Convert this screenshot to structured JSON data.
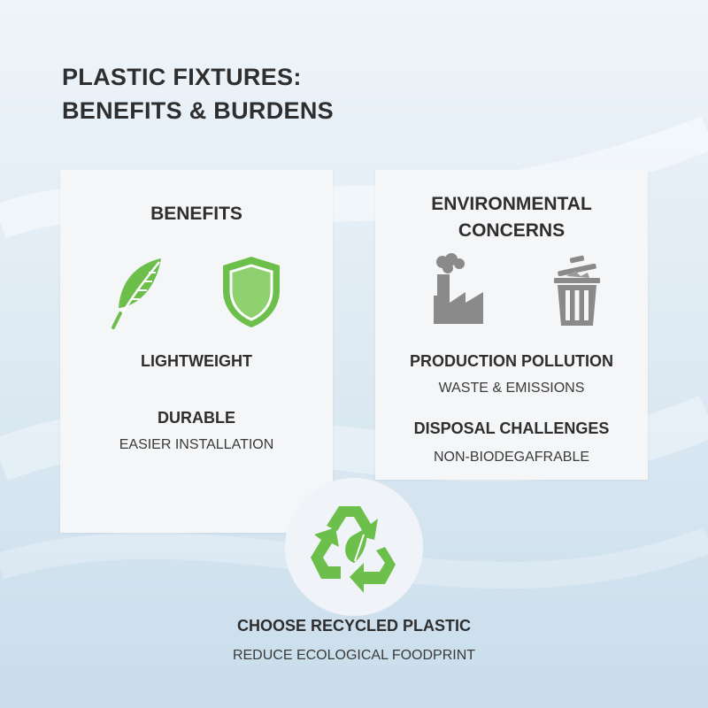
{
  "title": {
    "line1": "PLASTIC FIXTURES:",
    "line2": "BENEFITS & BURDENS"
  },
  "benefits": {
    "heading": "BENEFITS",
    "lightweight": "LIGHTWEIGHT",
    "durable": "DURABLE",
    "easier_installation": "EASIER INSTALLATION",
    "icons": [
      "leaf-icon",
      "shield-icon"
    ]
  },
  "concerns": {
    "heading_line1": "ENVIRONMENTAL",
    "heading_line2": "CONCERNS",
    "production_pollution": "PRODUCTION POLLUTION",
    "waste_emissions": "WASTE & EMISSIONS",
    "disposal_challenges": "DISPOSAL CHALLENGES",
    "non_biodegradable": "NON-BIODEGAFRABLE",
    "icons": [
      "factory-icon",
      "trash-can-icon"
    ]
  },
  "cta": {
    "title": "CHOOSE RECYCLED PLASTIC",
    "subtitle": "REDUCE ECOLOGICAL FOODPRINT",
    "icon": "recycle-leaf-icon"
  },
  "colors": {
    "green": "#6cbf4b",
    "gray_icon": "#8a8a8a",
    "panel": "#f4f6f8",
    "text": "#2e2e2e"
  }
}
